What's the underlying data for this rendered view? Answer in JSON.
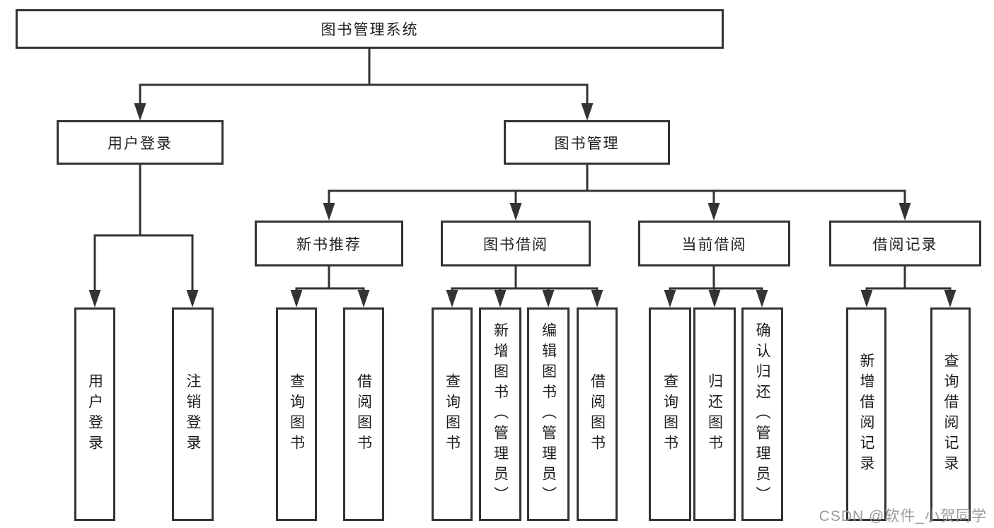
{
  "tree": {
    "label": "图书管理系统",
    "children": [
      {
        "label": "用户登录",
        "children": [
          {
            "label": "用户登录"
          },
          {
            "label": "注销登录"
          }
        ]
      },
      {
        "label": "图书管理",
        "children": [
          {
            "label": "新书推荐",
            "children": [
              {
                "label": "查询图书"
              },
              {
                "label": "借阅图书"
              }
            ]
          },
          {
            "label": "图书借阅",
            "children": [
              {
                "label": "查询图书"
              },
              {
                "label": "新增图书（管理员）"
              },
              {
                "label": "编辑图书（管理员）"
              },
              {
                "label": "借阅图书"
              }
            ]
          },
          {
            "label": "当前借阅",
            "children": [
              {
                "label": "查询图书"
              },
              {
                "label": "归还图书"
              },
              {
                "label": "确认归还（管理员）"
              }
            ]
          },
          {
            "label": "借阅记录",
            "children": [
              {
                "label": "新增借阅记录"
              },
              {
                "label": "查询借阅记录"
              }
            ]
          }
        ]
      }
    ]
  },
  "watermark": {
    "text": "CSDN @软件_小贺同学"
  },
  "colors": {
    "line": "#333333",
    "text": "#1d1d1d",
    "watermark": "#9c9c9c",
    "background": "#ffffff"
  }
}
